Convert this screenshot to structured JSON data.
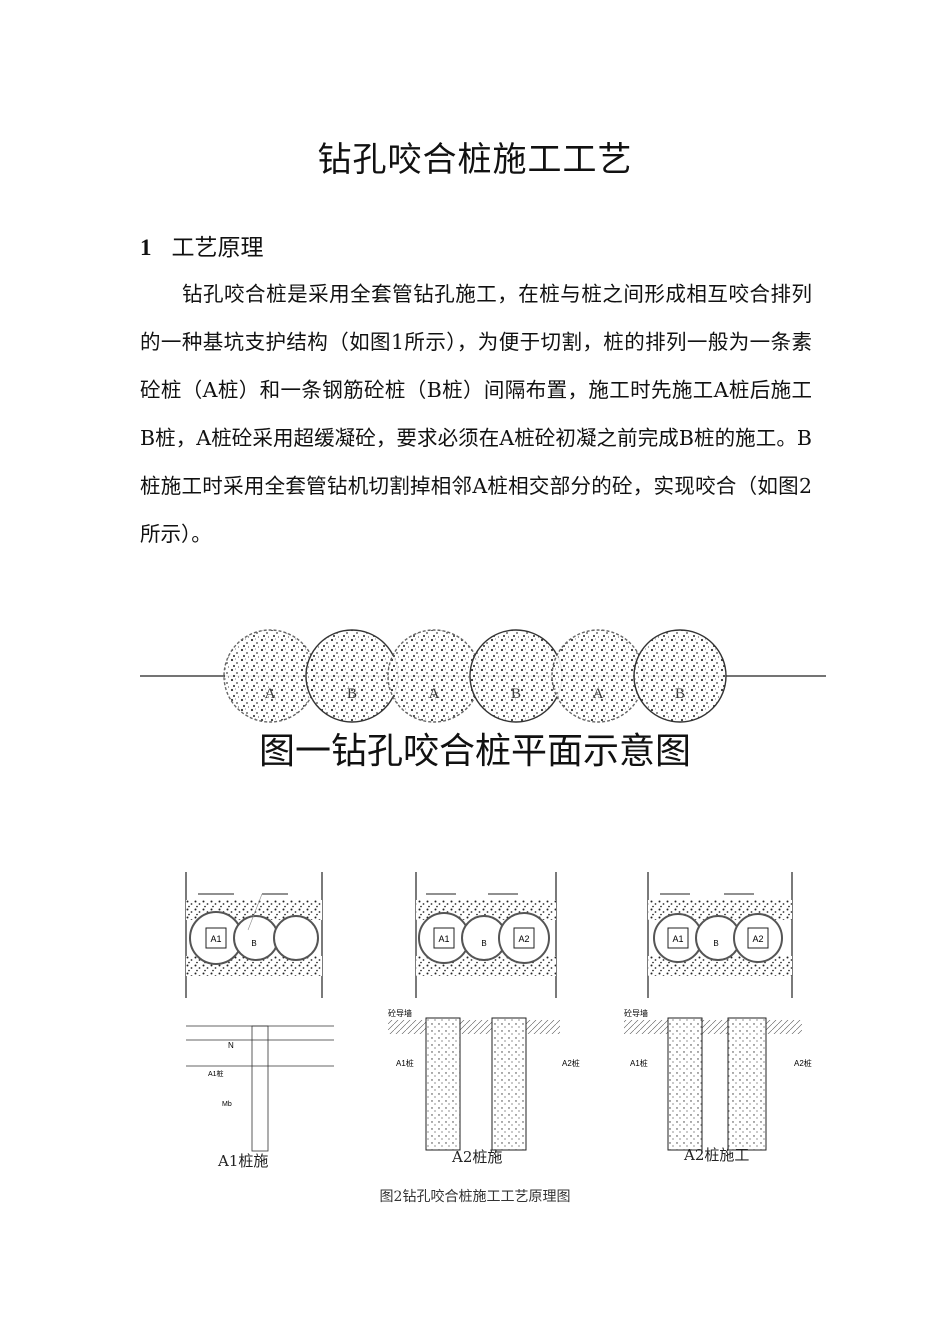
{
  "title": "钻孔咬合桩施工工艺",
  "section": {
    "number": "1",
    "heading": "工艺原理"
  },
  "paragraph": "钻孔咬合桩是采用全套管钻孔施工，在桩与桩之间形成相互咬合排列的一种基坑支护结构（如图1所示），为便于切割，桩的排列一般为一条素砼桩（A桩）和一条钢筋砼桩（B桩）间隔布置，施工时先施工A桩后施工B桩，A桩砼采用超缓凝砼，要求必须在A桩砼初凝之前完成B桩的施工。B桩施工时采用全套管钻机切割掉相邻A桩相交部分的砼，实现咬合（如图2所示）。",
  "figure1": {
    "pile_labels": [
      "A",
      "B",
      "A",
      "B",
      "A",
      "B"
    ],
    "caption": "图一钻孔咬合桩平面示意图"
  },
  "figure2": {
    "panel1": {
      "labels": [
        "A1",
        "B"
      ],
      "caption": "A1桩施",
      "side_labels": [
        "A1桩",
        "N",
        "Mb"
      ]
    },
    "panel2": {
      "labels": [
        "A1",
        "B",
        "A2"
      ],
      "caption": "A2桩施",
      "top_label": "砼导墙",
      "left_label": "A1桩",
      "right_label": "A2桩"
    },
    "panel3": {
      "labels": [
        "A1",
        "B",
        "A2"
      ],
      "caption": "A2桩施工",
      "top_label": "砼导墙",
      "left_label": "A1桩",
      "right_label": "A2桩"
    },
    "caption": "图2钻孔咬合桩施工工艺原理图"
  }
}
